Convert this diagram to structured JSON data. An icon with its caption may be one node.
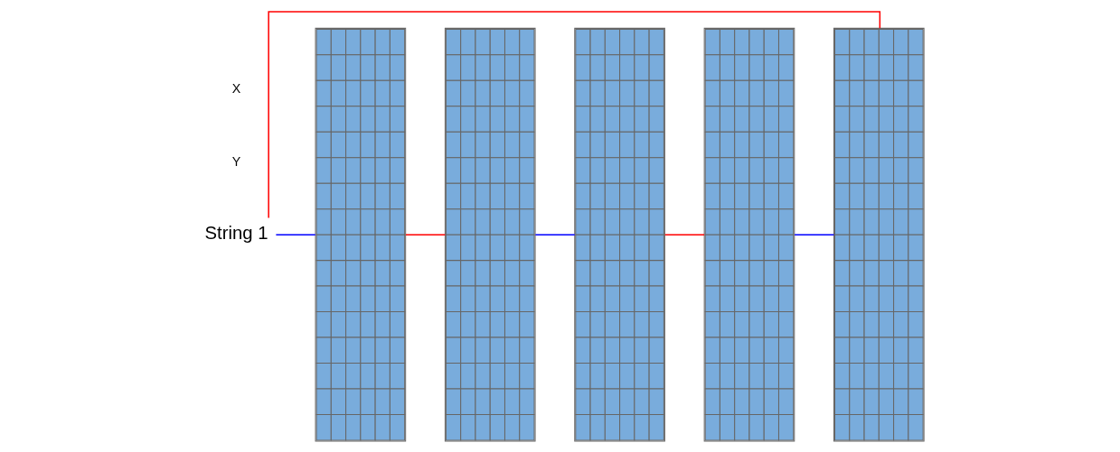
{
  "diagram": {
    "nodes": [
      {
        "text": [
          "String 1"
        ]
      },
      {
        "text": [],
        "shape": "picture"
      },
      {
        "text": [],
        "shape": "picture"
      },
      {
        "text": [],
        "shape": "picture"
      },
      {
        "text": [],
        "shape": "picture"
      },
      {
        "text": [],
        "shape": "picture"
      }
    ],
    "edges": [
      {
        "from": 0,
        "to": 1,
        "arrow": "none",
        "color": "#0000ff"
      },
      {
        "from": 1,
        "to": 2,
        "arrow": "none",
        "color": "#ff0000"
      },
      {
        "from": 2,
        "to": 3,
        "arrow": "none",
        "color": "#0000ff"
      },
      {
        "from": 3,
        "to": 4,
        "arrow": "none",
        "color": "#ff0000"
      },
      {
        "from": 4,
        "to": 5,
        "arrow": "none",
        "color": "#0000ff"
      },
      {
        "from": 5,
        "to": 0,
        "arrow": "none",
        "color": "#ff0000"
      }
    ],
    "labels": [
      "Y",
      "X"
    ]
  }
}
